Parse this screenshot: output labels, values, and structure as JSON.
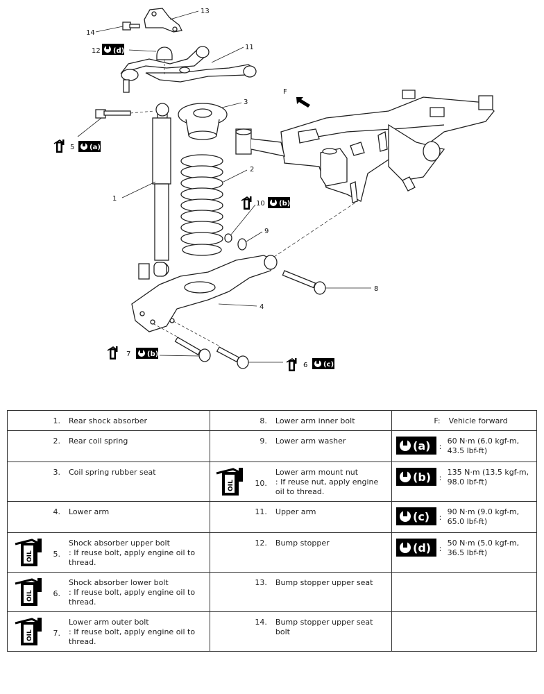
{
  "diagram": {
    "forward_label": "F",
    "callouts": [
      {
        "id": "1",
        "text": "1"
      },
      {
        "id": "2",
        "text": "2"
      },
      {
        "id": "3",
        "text": "3"
      },
      {
        "id": "4",
        "text": "4"
      },
      {
        "id": "5",
        "text": "5"
      },
      {
        "id": "6",
        "text": "6"
      },
      {
        "id": "7",
        "text": "7"
      },
      {
        "id": "8",
        "text": "8"
      },
      {
        "id": "9",
        "text": "9"
      },
      {
        "id": "10",
        "text": "10"
      },
      {
        "id": "11",
        "text": "11"
      },
      {
        "id": "12",
        "text": "12"
      },
      {
        "id": "13",
        "text": "13"
      },
      {
        "id": "14",
        "text": "14"
      }
    ],
    "torque_tags": {
      "5": "(a)",
      "6": "(c)",
      "7": "(b)",
      "10": "(b)",
      "12": "(d)"
    },
    "oil_text": "OIL"
  },
  "legend": {
    "col1": [
      {
        "num": "1.",
        "name": "Rear shock absorber",
        "note": ""
      },
      {
        "num": "2.",
        "name": "Rear coil spring",
        "note": ""
      },
      {
        "num": "3.",
        "name": "Coil spring rubber seat",
        "note": ""
      },
      {
        "num": "4.",
        "name": "Lower arm",
        "note": ""
      },
      {
        "num": "5.",
        "name": "Shock absorber upper bolt",
        "note": ": If reuse bolt, apply engine oil to thread.",
        "oil": true
      },
      {
        "num": "6.",
        "name": "Shock absorber lower bolt",
        "note": ": If reuse bolt, apply engine oil to thread.",
        "oil": true
      },
      {
        "num": "7.",
        "name": "Lower arm outer bolt",
        "note": ": If reuse bolt, apply engine oil to thread.",
        "oil": true
      }
    ],
    "col2": [
      {
        "num": "8.",
        "name": "Lower arm inner bolt",
        "note": ""
      },
      {
        "num": "9.",
        "name": "Lower arm washer",
        "note": ""
      },
      {
        "num": "10.",
        "name": "Lower arm mount nut",
        "note": ": If reuse nut, apply engine oil to thread.",
        "oil": true
      },
      {
        "num": "11.",
        "name": "Upper arm",
        "note": ""
      },
      {
        "num": "12.",
        "name": "Bump stopper",
        "note": ""
      },
      {
        "num": "13.",
        "name": "Bump stopper upper seat",
        "note": ""
      },
      {
        "num": "14.",
        "name": "Bump stopper upper seat bolt",
        "note": ""
      }
    ],
    "col3": {
      "forward": {
        "key": "F:",
        "text": "Vehicle forward"
      },
      "torques": [
        {
          "tag": "(a)",
          "value": "60 N·m (6.0 kgf-m, 43.5 lbf-ft)"
        },
        {
          "tag": "(b)",
          "value": "135 N·m (13.5 kgf-m, 98.0 lbf-ft)"
        },
        {
          "tag": "(c)",
          "value": "90 N·m (9.0 kgf-m, 65.0 lbf-ft)"
        },
        {
          "tag": "(d)",
          "value": "50 N·m (5.0 kgf-m, 36.5 lbf-ft)"
        }
      ],
      "colon": ":"
    }
  }
}
